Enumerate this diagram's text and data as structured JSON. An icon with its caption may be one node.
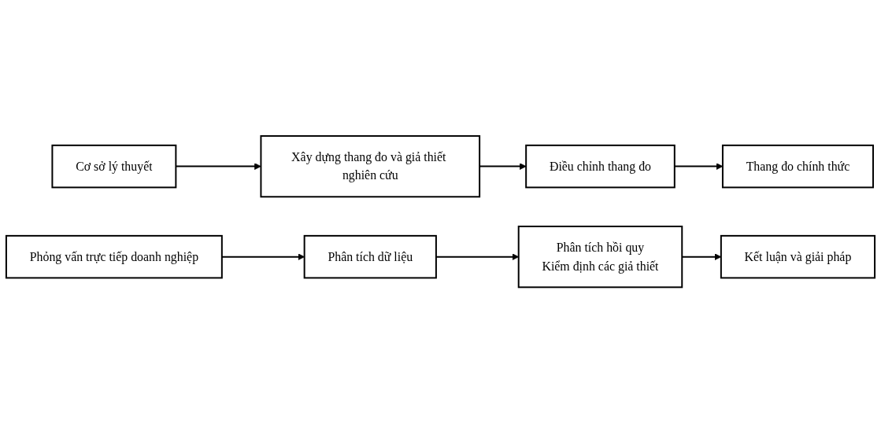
{
  "diagram": {
    "nodes": [
      {
        "text": [
          "Cơ sở lý thuyết"
        ]
      },
      {
        "text": [
          "Xây dựng thang đo và giả thiết nghiên cứu"
        ]
      },
      {
        "text": [
          "Điều chỉnh thang đo"
        ]
      },
      {
        "text": [
          "Thang đo chính thức"
        ]
      },
      {
        "text": [
          "Phỏng vấn trực tiếp doanh nghiệp"
        ]
      },
      {
        "text": [
          "Phân tích dữ liệu"
        ]
      },
      {
        "text": [
          "Phân tích hồi quy",
          "Kiểm định các giả thiết"
        ]
      },
      {
        "text": [
          "Kết luận và giải pháp"
        ]
      }
    ],
    "edges": [
      {
        "from": 0,
        "to": 1,
        "arrow": "to"
      },
      {
        "from": 1,
        "to": 2,
        "arrow": "to"
      },
      {
        "from": 2,
        "to": 3,
        "arrow": "to"
      },
      {
        "from": 4,
        "to": 5,
        "arrow": "to"
      },
      {
        "from": 5,
        "to": 6,
        "arrow": "to"
      },
      {
        "from": 6,
        "to": 7,
        "arrow": "to"
      }
    ]
  }
}
